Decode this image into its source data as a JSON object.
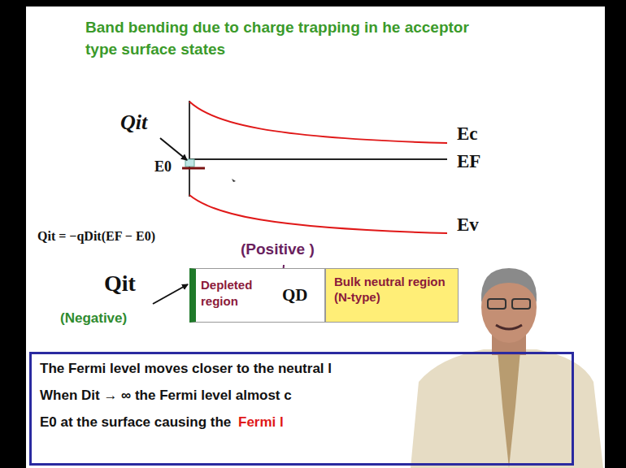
{
  "diagram": {
    "title": "Band bending due to charge trapping in he acceptor type surface states",
    "nodes": [
      {
        "text": [
          "Depleted region",
          "QD"
        ]
      },
      {
        "text": [
          "Bulk neutral region (N-type)"
        ]
      },
      {
        "text": [
          "The Fermi level moves closer to the neutral l",
          "When Dit → ∞ the Fermi level almost c",
          "E0 at the surface causing the",
          "Fermi l"
        ]
      }
    ],
    "labels": [
      "Qit",
      "E0",
      "Ec",
      "EF",
      "Ev",
      "Qit = −qDit(EF − E0)",
      "(Positive )",
      "Qit",
      "(Negative)"
    ]
  }
}
